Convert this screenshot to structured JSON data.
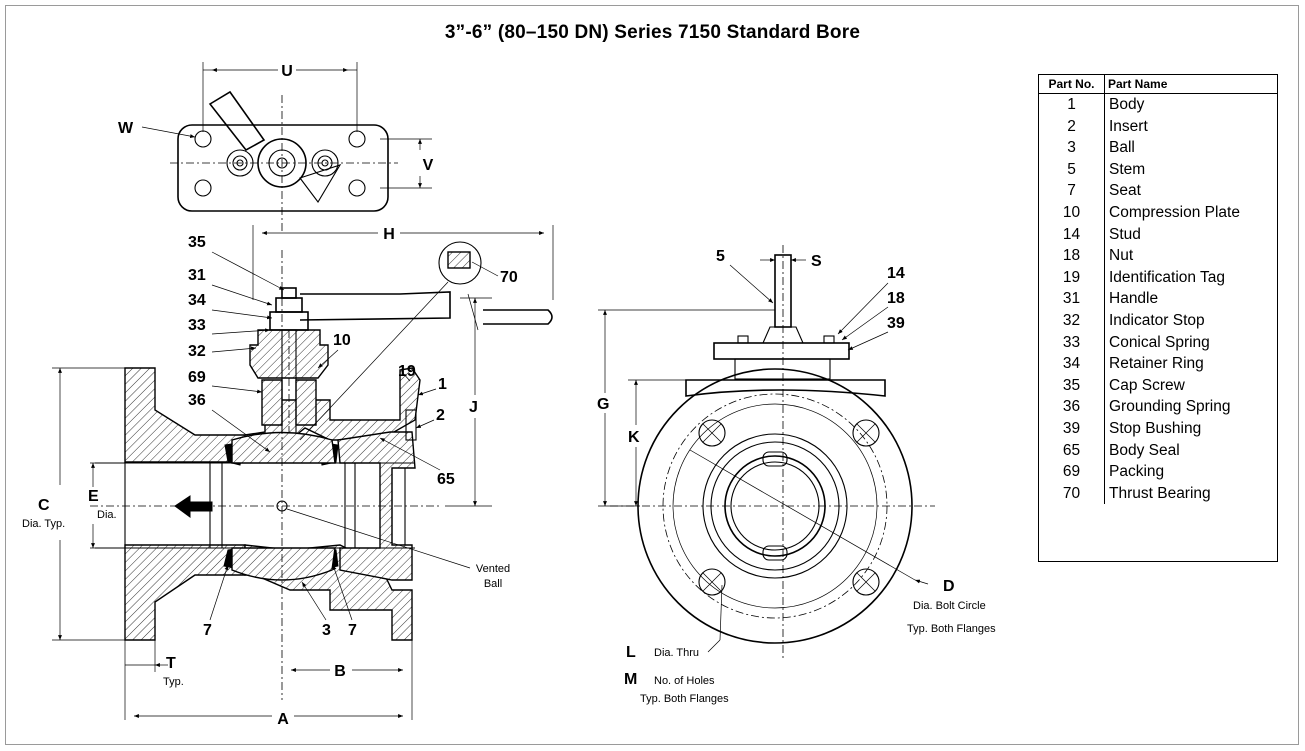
{
  "title": "3”-6” (80–150 DN) Series 7150 Standard Bore",
  "parts_table": {
    "headers": [
      "Part No.",
      "Part Name"
    ],
    "rows": [
      {
        "no": "1",
        "name": "Body"
      },
      {
        "no": "2",
        "name": "Insert"
      },
      {
        "no": "3",
        "name": "Ball"
      },
      {
        "no": "5",
        "name": "Stem"
      },
      {
        "no": "7",
        "name": "Seat"
      },
      {
        "no": "10",
        "name": "Compression Plate"
      },
      {
        "no": "14",
        "name": "Stud"
      },
      {
        "no": "18",
        "name": "Nut"
      },
      {
        "no": "19",
        "name": "Identification Tag"
      },
      {
        "no": "31",
        "name": "Handle"
      },
      {
        "no": "32",
        "name": "Indicator Stop"
      },
      {
        "no": "33",
        "name": "Conical Spring"
      },
      {
        "no": "34",
        "name": "Retainer Ring"
      },
      {
        "no": "35",
        "name": "Cap Screw"
      },
      {
        "no": "36",
        "name": "Grounding Spring"
      },
      {
        "no": "39",
        "name": "Stop Bushing"
      },
      {
        "no": "65",
        "name": "Body Seal"
      },
      {
        "no": "69",
        "name": "Packing"
      },
      {
        "no": "70",
        "name": "Thrust Bearing"
      }
    ]
  },
  "dimensions": {
    "U": "U",
    "V": "V",
    "W": "W",
    "H": "H",
    "J": "J",
    "C": "C",
    "C_note": "Dia. Typ.",
    "E": "E",
    "E_note": "Dia.",
    "T": "T",
    "T_note": "Typ.",
    "A": "A",
    "B": "B",
    "G": "G",
    "K": "K",
    "S": "S",
    "D": "D",
    "D_note1": "Dia. Bolt Circle",
    "D_note2": "Typ. Both Flanges",
    "L": "L",
    "L_note": "Dia. Thru",
    "M": "M",
    "M_note1": "No. of Holes",
    "M_note2": "Typ. Both Flanges"
  },
  "callouts": {
    "c35": "35",
    "c31": "31",
    "c34": "34",
    "c33": "33",
    "c32": "32",
    "c10": "10",
    "c69": "69",
    "c36": "36",
    "c19": "19",
    "c1": "1",
    "c2": "2",
    "c65": "65",
    "c70": "70",
    "c7a": "7",
    "c3": "3",
    "c7b": "7",
    "vented1": "Vented",
    "vented2": "Ball",
    "c5": "5",
    "c14": "14",
    "c18": "18",
    "c39": "39"
  }
}
